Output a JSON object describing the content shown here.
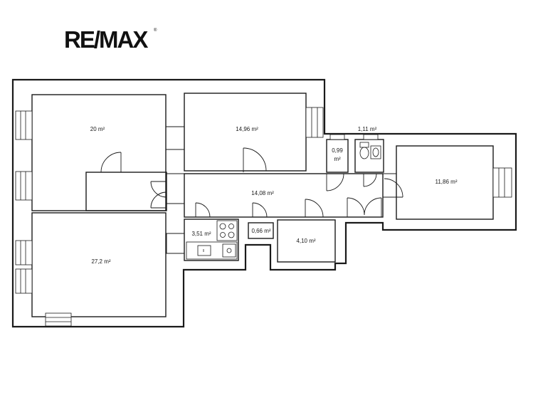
{
  "logo": {
    "text": "RE/MAX",
    "registered_mark": "®"
  },
  "rooms": [
    {
      "id": "room-a",
      "area": "20 m²"
    },
    {
      "id": "room-b",
      "area": "14,96 m²"
    },
    {
      "id": "hall",
      "area": "14,08 m²"
    },
    {
      "id": "room-c",
      "area": "27,2 m²"
    },
    {
      "id": "kitchen",
      "area": "3,51 m²"
    },
    {
      "id": "pantry",
      "area": "0,66 m²"
    },
    {
      "id": "bath",
      "area": "4,10 m²"
    },
    {
      "id": "wc-small",
      "area_line1": "0,99",
      "area_line2": "m²"
    },
    {
      "id": "wc",
      "area": "1,11 m²"
    },
    {
      "id": "room-d",
      "area": "11,86 m²"
    }
  ],
  "colors": {
    "wall": "#1a1a1a",
    "background": "#ffffff",
    "window": "#888888"
  }
}
